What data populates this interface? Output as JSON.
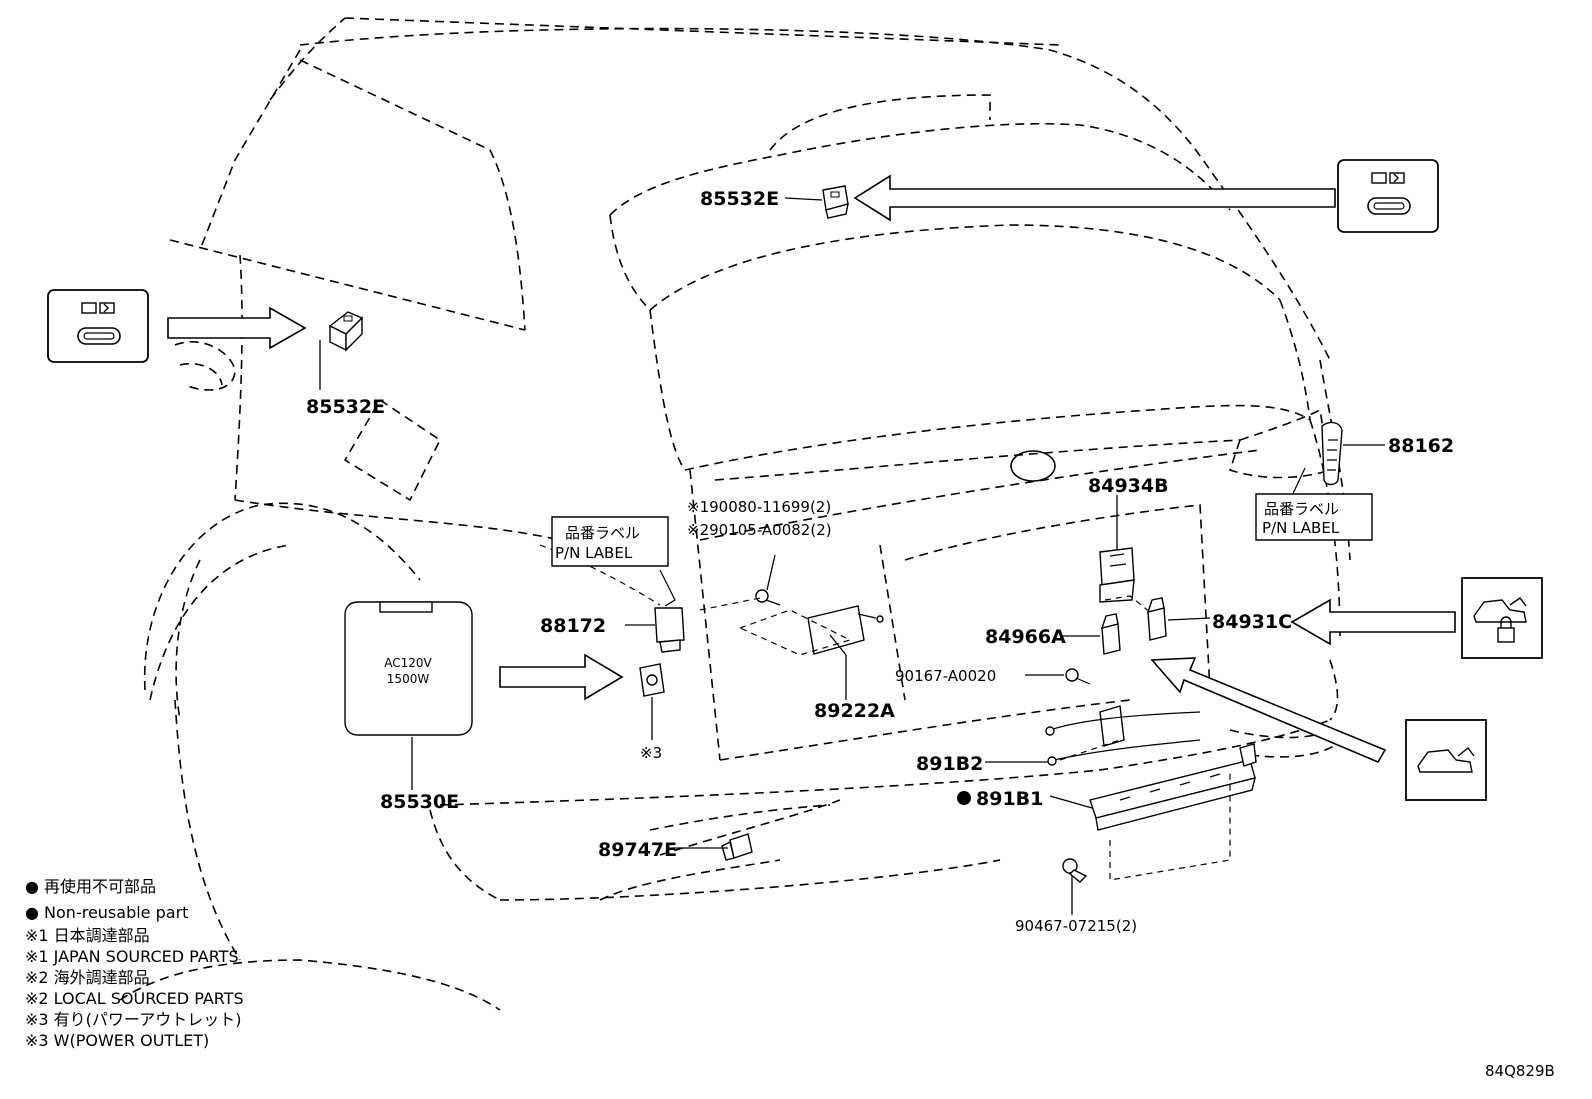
{
  "diagram_code": "84Q829B",
  "part_labels": {
    "p85532E_top": "85532E",
    "p85532E_left": "85532E",
    "p88162": "88162",
    "p84934B": "84934B",
    "p84931C": "84931C",
    "p84966A": "84966A",
    "p90167": "90167-A0020",
    "p88172": "88172",
    "p89222A": "89222A",
    "p891B2": "891B2",
    "p891B1": "891B1",
    "p85530E": "85530E",
    "p89747E": "89747E",
    "p90467": "90467-07215(2)",
    "note3": "※3",
    "screw1": "※190080-11699(2)",
    "screw2": "※290105-A0082(2)"
  },
  "pn_label_boxes": {
    "line1": "品番ラベル",
    "line2": "P/N LABEL"
  },
  "outlet": {
    "line1": "AC120V",
    "line2": "1500W"
  },
  "legend": [
    "● 再使用不可部品",
    "● Non-reusable part",
    "※1 日本調達部品",
    "※1 JAPAN SOURCED PARTS",
    "※2 海外調達部品",
    "※2 LOCAL SOURCED PARTS",
    "※3 有り(パワーアウトレット)",
    "※3 W(POWER OUTLET)"
  ],
  "icons": [
    "usb-c-charging-icon",
    "usb-c-charging-icon",
    "vehicle-lock-icon",
    "vehicle-hatch-icon",
    "non-reusable-dot-icon"
  ]
}
